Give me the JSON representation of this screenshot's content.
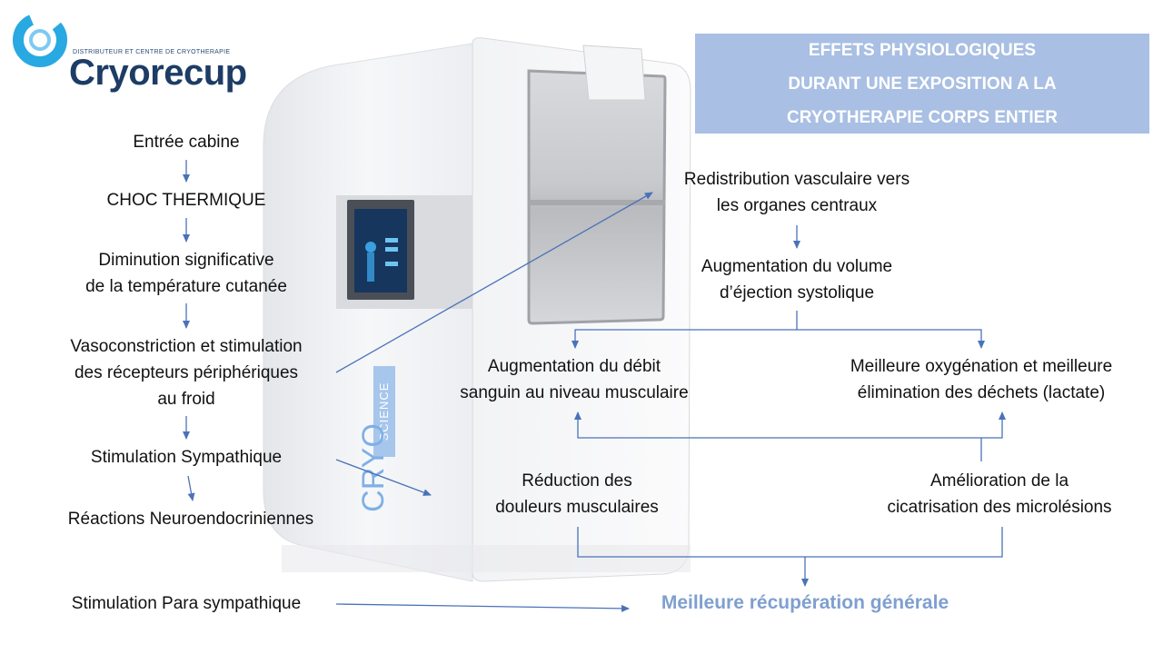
{
  "logo": {
    "tagline": "DISTRIBUTEUR ET CENTRE DE CRYOTHERAPIE",
    "name": "Cryorecup"
  },
  "title": {
    "lines": [
      "EFFETS PHYSIOLOGIQUES",
      "DURANT UNE EXPOSITION A LA",
      "CRYOTHERAPIE CORPS ENTIER"
    ]
  },
  "cabin_brand": {
    "cryo": "CRYO",
    "science": "SCIENCE"
  },
  "left_chain": {
    "entree": "Entrée cabine",
    "choc": "CHOC THERMIQUE",
    "diminution": [
      "Diminution  significative",
      "de la température cutanée"
    ],
    "vaso": [
      "Vasoconstriction et stimulation",
      "des récepteurs périphériques",
      "au froid"
    ],
    "sympathique": "Stimulation Sympathique",
    "neuro": "Réactions Neuroendocriniennes",
    "parasympathique": "Stimulation Para sympathique"
  },
  "right_chain": {
    "redistribution": [
      "Redistribution vasculaire vers",
      "les organes centraux"
    ],
    "volume": [
      "Augmentation du volume",
      "d’éjection systolique"
    ],
    "debit": [
      "Augmentation du débit",
      "sanguin au niveau musculaire"
    ],
    "oxygenation": [
      "Meilleure oxygénation et meilleure",
      "élimination des déchets (lactate)"
    ],
    "douleurs": [
      "Réduction des",
      "douleurs musculaires"
    ],
    "cicatrisation": [
      "Amélioration de la",
      "cicatrisation des microlésions"
    ],
    "final": "Meilleure récupération générale"
  },
  "colors": {
    "arrow": "#4a72b8",
    "title_bg": "#a9bfe3",
    "final_text": "#7f9fd0",
    "logo": "#1d3c66",
    "logo_ring": "#29a9e1"
  }
}
